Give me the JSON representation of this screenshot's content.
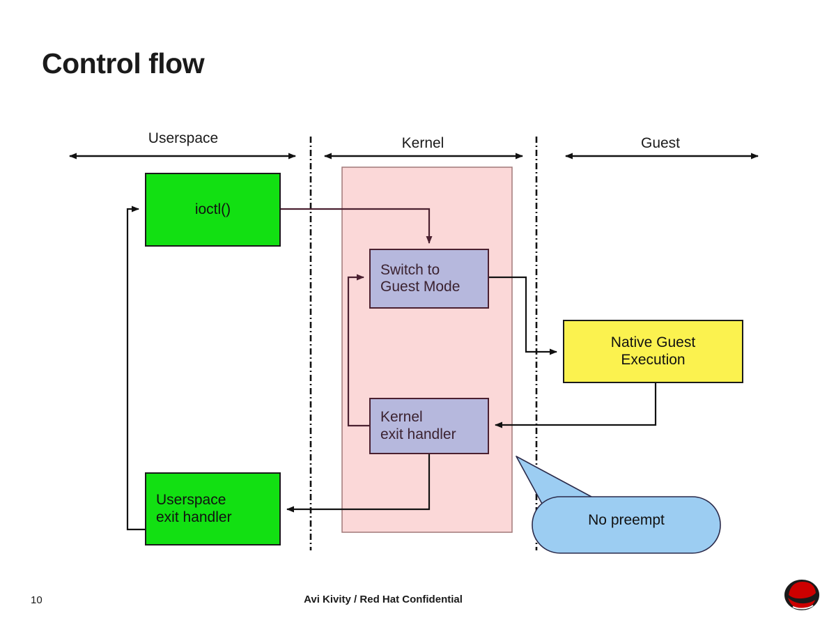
{
  "slide": {
    "title": "Control flow",
    "page_number": "10",
    "footer_text": "Avi Kivity / Red Hat Confidential",
    "logo_name": "red-hat-shadowman-logo"
  },
  "sections": [
    {
      "id": "userspace",
      "label": "Userspace"
    },
    {
      "id": "kernel",
      "label": "Kernel"
    },
    {
      "id": "guest",
      "label": "Guest"
    }
  ],
  "nodes": [
    {
      "id": "ioctl",
      "label": "ioctl()",
      "color": "#12e012",
      "border": "#1a1a1a",
      "align": "center"
    },
    {
      "id": "switch-guest",
      "label": "Switch to\nGuest Mode",
      "color": "#b6b8dd",
      "border": "#4a2030",
      "align": "left"
    },
    {
      "id": "native-guest",
      "label": "Native Guest\nExecution",
      "color": "#fbf24f",
      "border": "#1a1a1a",
      "align": "center"
    },
    {
      "id": "kernel-exit",
      "label": "Kernel\nexit handler",
      "color": "#b6b8dd",
      "border": "#4a2030",
      "align": "left"
    },
    {
      "id": "userspace-exit",
      "label": "Userspace\nexit handler",
      "color": "#12e012",
      "border": "#1a1a1a",
      "align": "left"
    }
  ],
  "node_labels": {
    "ioctl": "ioctl()",
    "switch_guest_line1": "Switch to",
    "switch_guest_line2": "Guest Mode",
    "native_guest_line1": "Native Guest",
    "native_guest_line2": "Execution",
    "kernel_exit_line1": "Kernel",
    "kernel_exit_line2": "exit handler",
    "userspace_exit_line1": "Userspace",
    "userspace_exit_line2": "exit handler"
  },
  "callout": {
    "text": "No preempt",
    "fill": "#9ccdf2",
    "stroke": "#2a2a4a"
  },
  "regions": {
    "kernel_band_fill": "#fbd8d8",
    "kernel_band_stroke": "#a07878"
  },
  "colors": {
    "background": "#ffffff",
    "line": "#111111",
    "purple_line": "#4a2030",
    "text": "#1a1a1a"
  }
}
